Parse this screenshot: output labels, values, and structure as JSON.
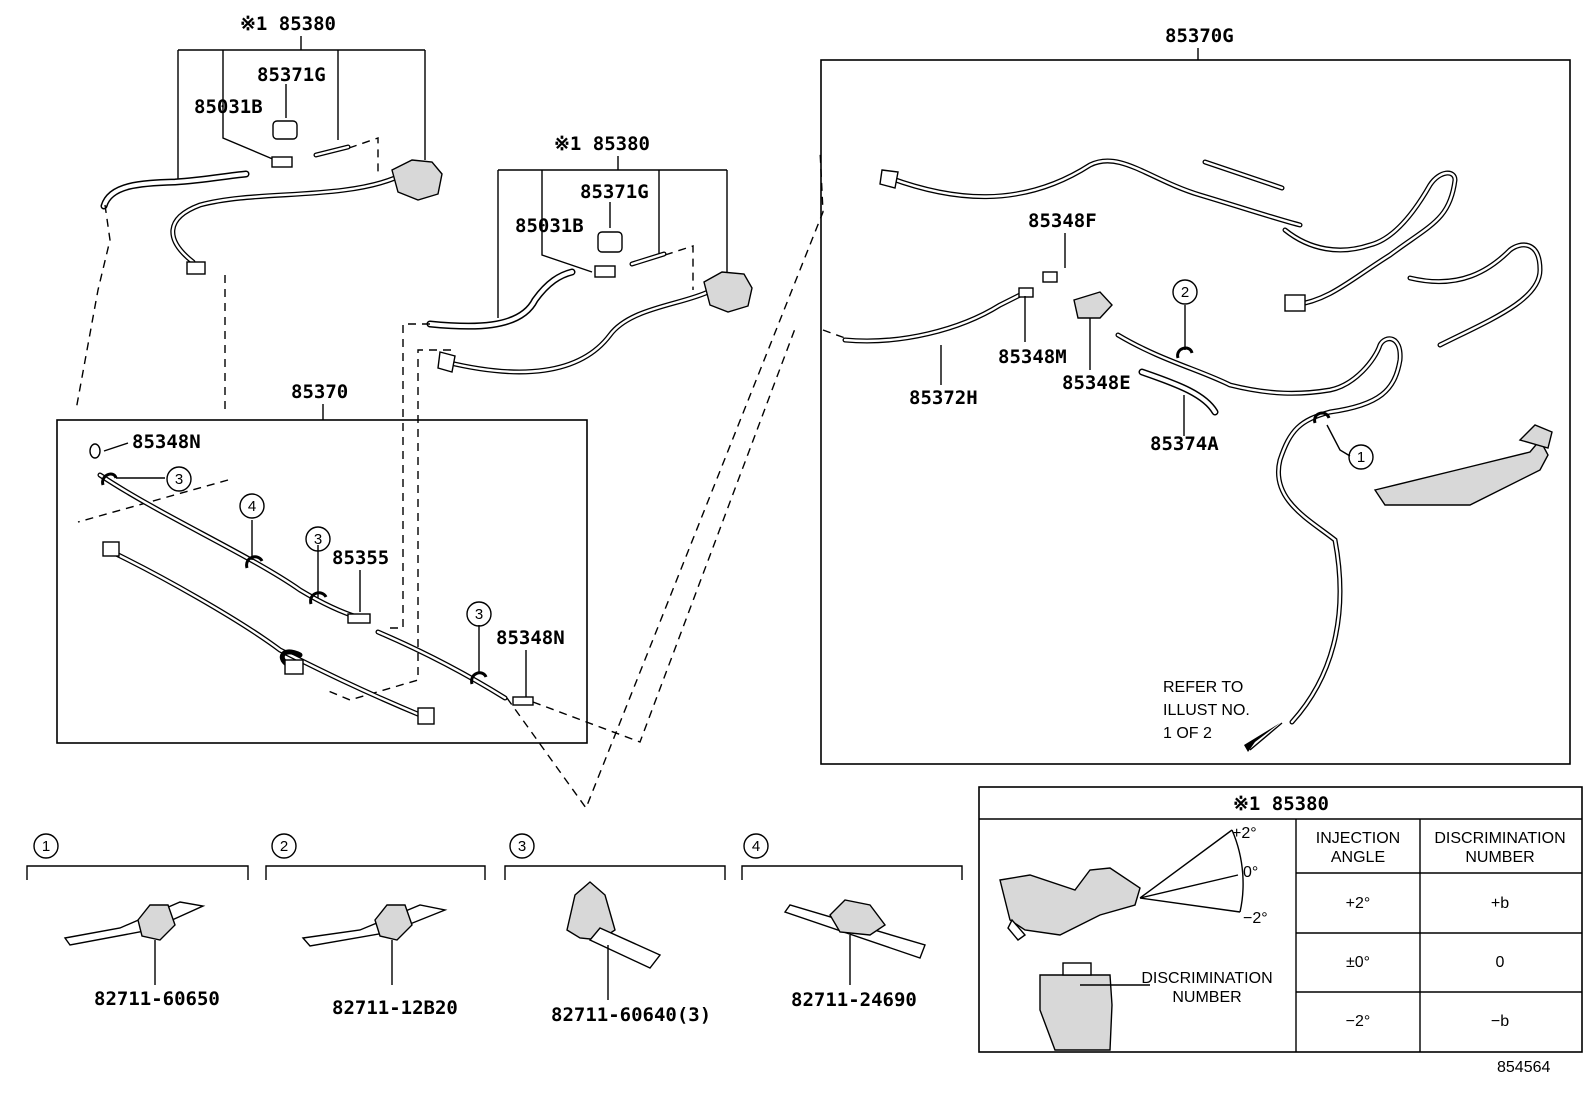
{
  "labels": {
    "top_left_assy": "※1 85380",
    "top_left_hose": "85371G",
    "top_left_check": "85031B",
    "mid_assy": "※1 85380",
    "mid_hose": "85371G",
    "mid_check": "85031B",
    "box_left_title": "85370",
    "box_left_n1": "85348N",
    "box_left_355": "85355",
    "box_left_n2": "85348N",
    "box_right_title": "85370G",
    "r_348f": "85348F",
    "r_348m": "85348M",
    "r_348e": "85348E",
    "r_372h": "85372H",
    "r_374a": "85374A",
    "refer_1": "REFER TO",
    "refer_2": "ILLUST NO.",
    "refer_3": "1 OF 2"
  },
  "callouts": [
    "1",
    "2",
    "3",
    "4"
  ],
  "clips": [
    {
      "num": "1",
      "part": "82711-60650"
    },
    {
      "num": "2",
      "part": "82711-12B20"
    },
    {
      "num": "3",
      "part": "82711-60640(3)"
    },
    {
      "num": "4",
      "part": "82711-24690"
    }
  ],
  "table": {
    "title": "※1 85380",
    "col1": [
      "INJECTION",
      "ANGLE"
    ],
    "col2": [
      "DISCRIMINATION",
      "NUMBER"
    ],
    "rows": [
      {
        "angle": "+2°",
        "disc": "+b"
      },
      {
        "angle": "±0°",
        "disc": "0"
      },
      {
        "angle": "−2°",
        "disc": "−b"
      }
    ],
    "angle_plus": "+2°",
    "angle_zero": "0°",
    "angle_minus": "−2°",
    "disc_label_1": "DISCRIMINATION",
    "disc_label_2": "NUMBER"
  },
  "illustration_no": "854564"
}
